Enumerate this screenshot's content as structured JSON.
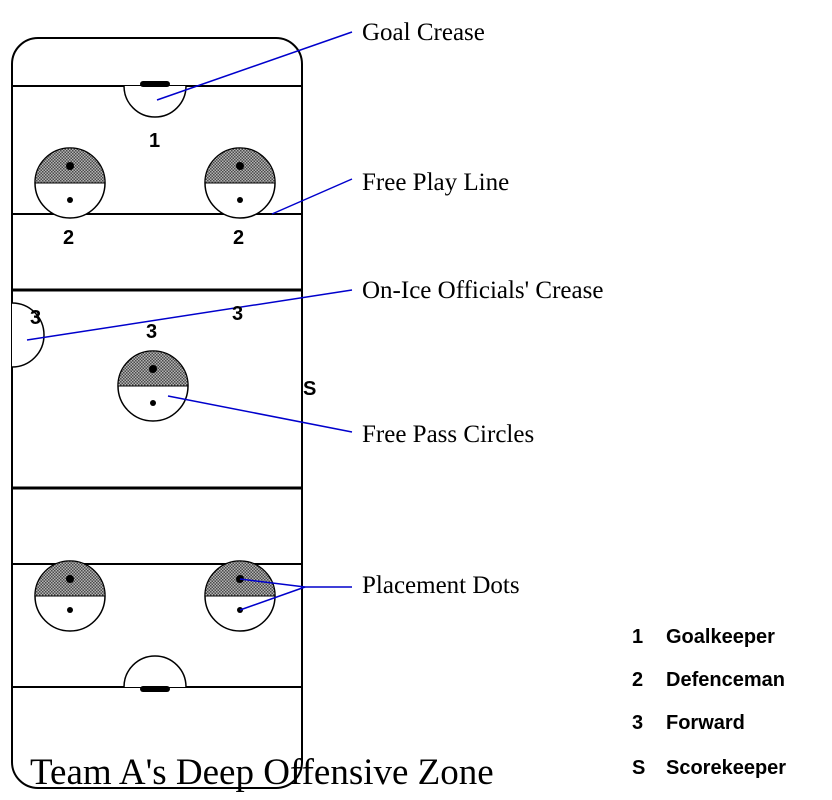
{
  "callouts": {
    "goal_crease": "Goal Crease",
    "free_play_line": "Free Play Line",
    "officials_crease": "On-Ice Officials' Crease",
    "free_pass_circles": "Free Pass Circles",
    "placement_dots": "Placement Dots"
  },
  "positions": {
    "goalkeeper_marker": "1",
    "defence_left": "2",
    "defence_right": "2",
    "forward_crease": "3",
    "forward_center": "3",
    "forward_right": "3",
    "scorekeeper_marker": "S"
  },
  "legend": [
    {
      "key": "1",
      "label": "Goalkeeper"
    },
    {
      "key": "2",
      "label": "Defenceman"
    },
    {
      "key": "3",
      "label": "Forward"
    },
    {
      "key": "S",
      "label": "Scorekeeper"
    }
  ],
  "caption": "Team A's Deep Offensive Zone",
  "colors": {
    "lines": "#000000",
    "callout_leader": "#0000cc",
    "circle_fill": "#8c8c8c"
  }
}
